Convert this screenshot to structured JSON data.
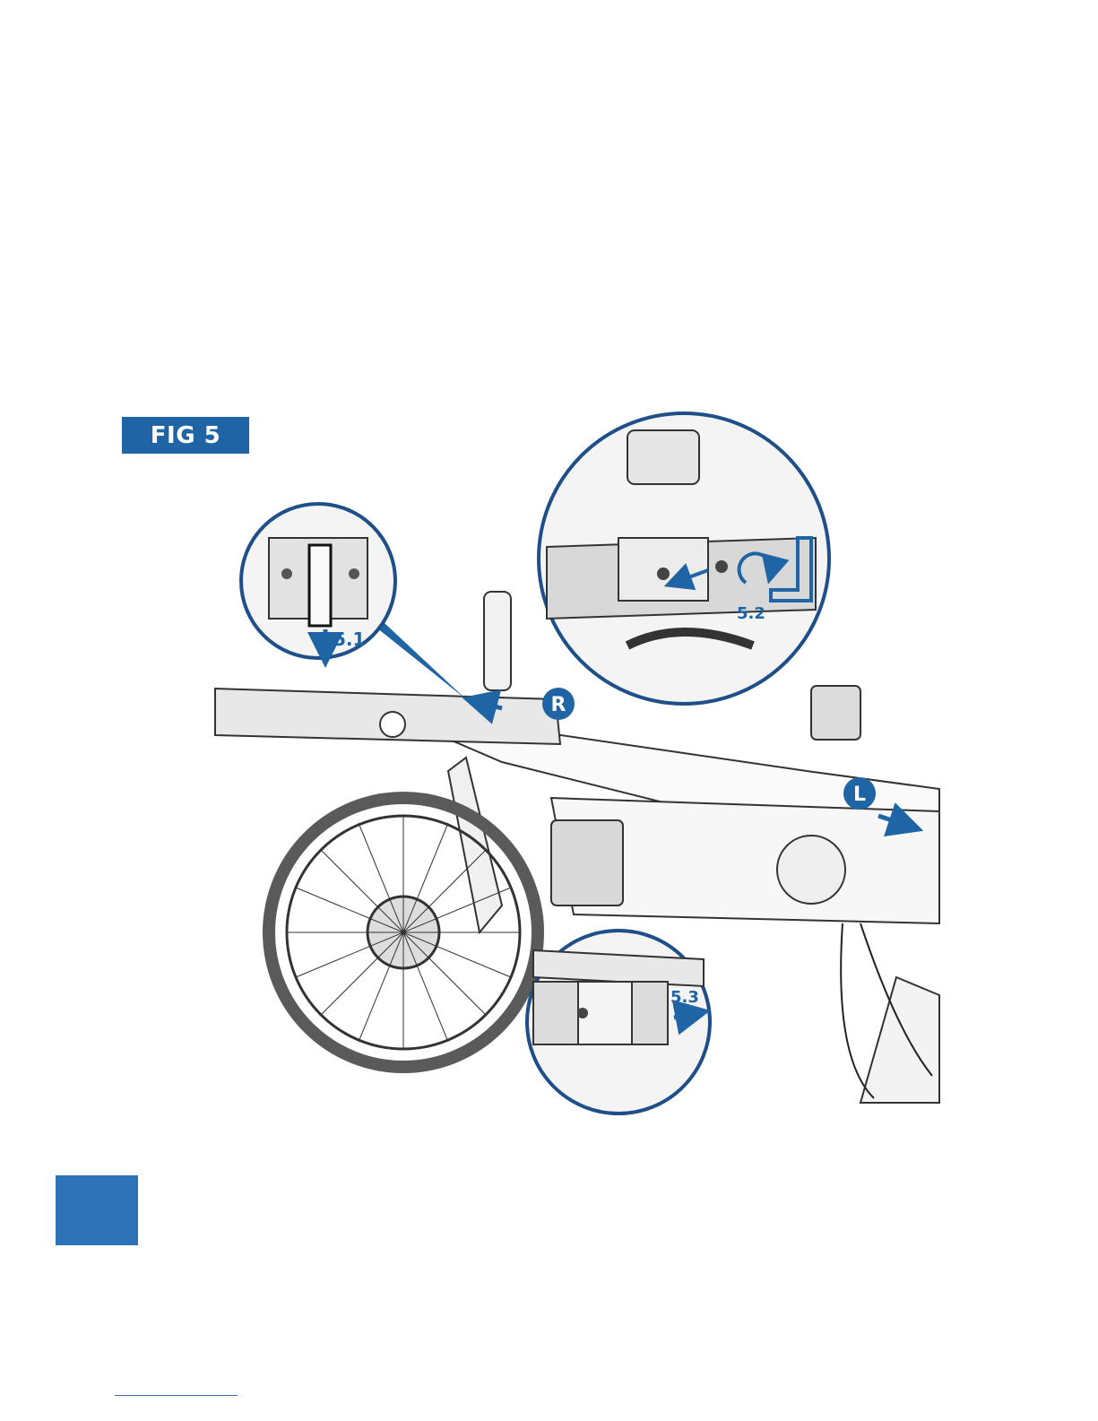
{
  "figure": {
    "label": "FIG 5",
    "callouts": {
      "step1": "5.1",
      "step2": "5.2",
      "step3": "5.3"
    },
    "side_badges": {
      "right": "R",
      "left": "L"
    }
  },
  "colors": {
    "accent": "#1f64a4",
    "square": "#2e72b8"
  }
}
